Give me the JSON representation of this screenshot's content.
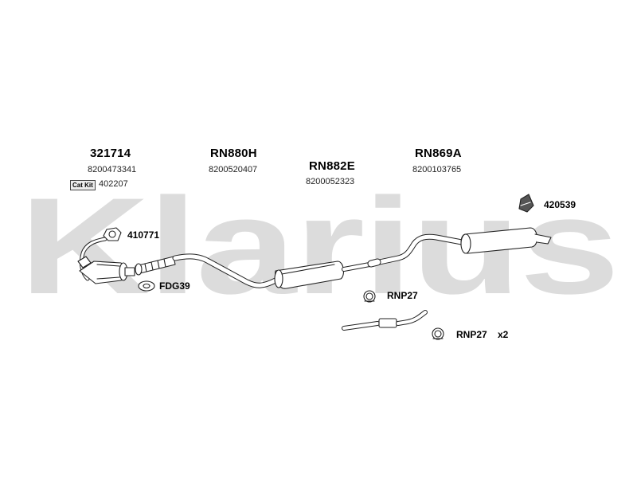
{
  "watermark": {
    "text": "Klarius",
    "color": "#d9d9d9"
  },
  "parts": {
    "part1": {
      "code": "321714",
      "oem": "8200473341"
    },
    "part2": {
      "code": "RN880H",
      "oem": "8200520407"
    },
    "part3": {
      "code": "RN882E",
      "oem": "8200052323"
    },
    "part4": {
      "code": "RN869A",
      "oem": "8200103765"
    }
  },
  "catkit": {
    "label": "Cat Kit",
    "code": "402207"
  },
  "accessories": {
    "gasket": {
      "code": "410771"
    },
    "flange_gasket": {
      "code": "FDG39"
    },
    "hanger": {
      "code": "420539"
    },
    "clamp1": {
      "code": "RNP27"
    },
    "clamp2": {
      "code": "RNP27",
      "qty": "x2"
    }
  },
  "colors": {
    "line": "#222222",
    "fill": "#ffffff"
  },
  "icons": [
    "gasket-icon",
    "flange-gasket-icon",
    "rubber-hanger-icon",
    "clamp-icon",
    "clamp-icon",
    "catalyst-icon",
    "silencer-icon",
    "rear-silencer-icon"
  ]
}
